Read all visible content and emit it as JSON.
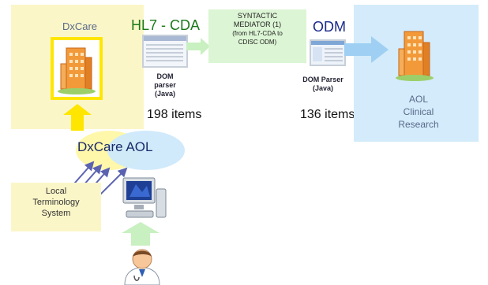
{
  "dxcare": {
    "title": "DxCare"
  },
  "hl7": {
    "label": "HL7 - CDA",
    "parser_line1": "DOM parser",
    "parser_line2": "(Java)",
    "items": "198 items"
  },
  "mediator": {
    "line1": "SYNTACTIC",
    "line2": "MEDIATOR (1)",
    "line3": "(from HL7-CDA to",
    "line4": "CDISC ODM)"
  },
  "odm": {
    "label": "ODM",
    "parser_line1": "DOM Parser",
    "parser_line2": "(Java)",
    "items": "136 items"
  },
  "aol": {
    "line1": "AOL",
    "line2": "Clinical",
    "line3": "Research"
  },
  "source": {
    "dxcare": "DxCare",
    "aol": "AOL"
  },
  "terminology": {
    "line1": "Local",
    "line2": "Terminology",
    "line3": "System"
  },
  "icons": [
    "building-icon",
    "document-thumbnail-icon",
    "computer-icon",
    "doctor-icon",
    "arrow-icon"
  ],
  "colors": {
    "yellow_panel": "#fbf6c8",
    "blue_panel": "#d3ebfa",
    "mediator_green": "#dcf5d4",
    "highlight_yellow": "#ffe600",
    "arrow_blue": "#9fd0f3",
    "arrow_green": "#c8f0c0"
  }
}
